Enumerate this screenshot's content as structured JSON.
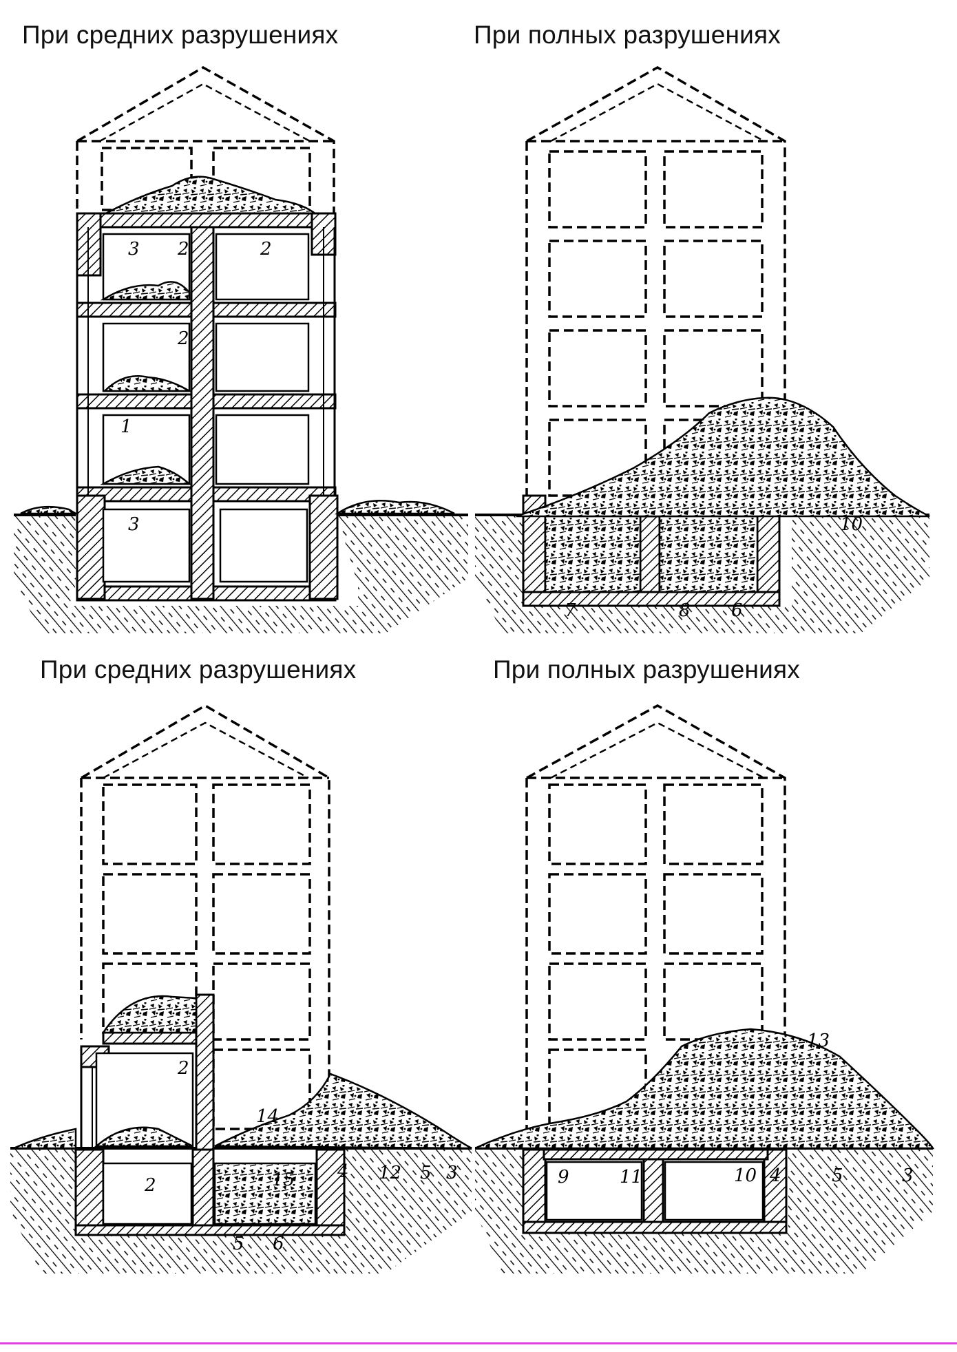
{
  "captions": {
    "top_left": "При средних разрушениях",
    "top_right": "При полных разрушениях",
    "bottom_left": "При средних разрушениях",
    "bottom_right": "При полных разрушениях"
  },
  "labels": {
    "tl": [
      "3",
      "2",
      "2",
      "2",
      "1",
      "3"
    ],
    "tr": [
      "7",
      "8",
      "6",
      "10"
    ],
    "bl": [
      "2",
      "14",
      "2",
      "15",
      "4",
      "12",
      "5",
      "3",
      "5",
      "6"
    ],
    "br": [
      "13",
      "9",
      "11",
      "10",
      "4",
      "5",
      "3"
    ]
  },
  "colors": {
    "accent_line": "#e040e0"
  }
}
